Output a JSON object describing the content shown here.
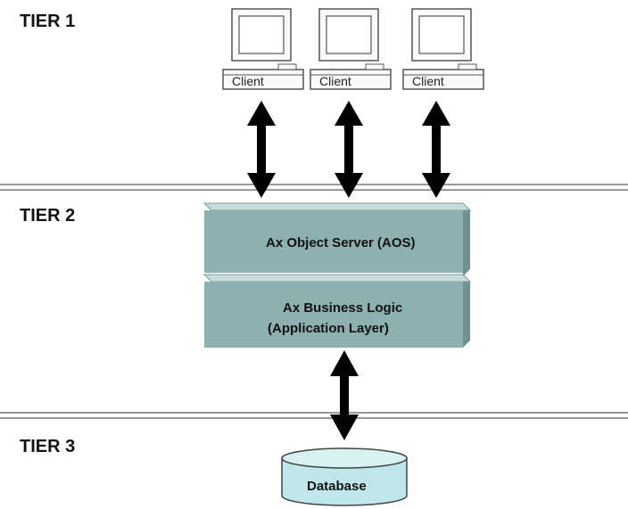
{
  "tiers": [
    {
      "label": "TIER 1"
    },
    {
      "label": "TIER 2"
    },
    {
      "label": "TIER 3"
    }
  ],
  "clients": [
    {
      "label": "Client"
    },
    {
      "label": "Client"
    },
    {
      "label": "Client"
    }
  ],
  "aos": {
    "label": "Ax Object Server (AOS)"
  },
  "business_logic": {
    "line1": "Ax Business Logic",
    "line2": "(Application Layer)"
  },
  "database": {
    "label": "Database"
  },
  "colors": {
    "box_face": "#8fb0b1",
    "box_top": "#c9dcdc",
    "box_side": "#6f9293",
    "database_fill": "#bfe6ea",
    "separator": "#9a9a9a",
    "arrow": "#000000"
  }
}
